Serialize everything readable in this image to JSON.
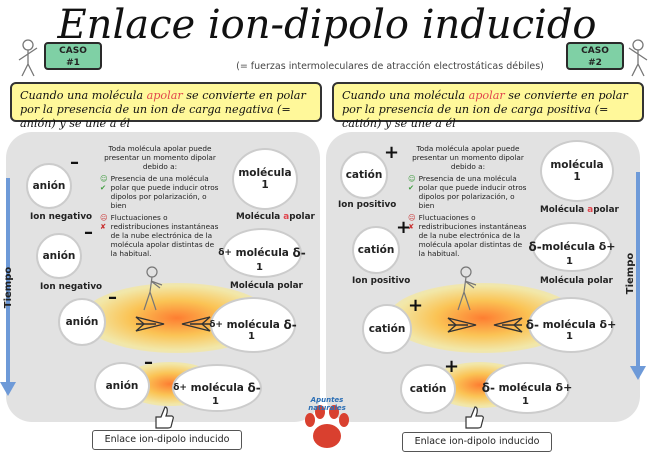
{
  "title": "Enlace ion-dipolo inducido",
  "subtitle": "(= fuerzas intermoleculares de atracción electrostáticas débiles)",
  "cases": [
    {
      "badge_line1": "CASO",
      "badge_line2": "#1"
    },
    {
      "badge_line1": "CASO",
      "badge_line2": "#2"
    }
  ],
  "left": {
    "banner_pre": "Cuando una molécula ",
    "banner_hl": "apolar",
    "banner_post": " se convierte en polar por la presencia de un ion de carga negativa (= anión) y se une a él",
    "ion1": {
      "label": "anión",
      "sign": "–",
      "caption": "Ion negativo"
    },
    "ion2": {
      "label": "anión",
      "sign": "–",
      "caption": "Ion negativo"
    },
    "ion3": {
      "label": "anión",
      "sign": "–"
    },
    "ion4": {
      "label": "anión",
      "sign": "–"
    },
    "mol_apolar": {
      "line1": "molécula",
      "line2": "1",
      "caption_pre": "Molécula ",
      "caption_hl": "a",
      "caption_post": "polar"
    },
    "mol_polar": {
      "d1": "δ+",
      "name": "molécula",
      "num": "1",
      "d2": "δ-",
      "caption": "Molécula polar"
    },
    "mol3": {
      "d1": "δ+",
      "name": "molécula",
      "num": "1",
      "d2": "δ-"
    },
    "mol4": {
      "d1": "δ+",
      "name": "molécula",
      "num": "1",
      "d2": "δ-"
    },
    "footer": "Enlace ion-dipolo inducido"
  },
  "right": {
    "banner_pre": "Cuando una molécula ",
    "banner_hl": "apolar",
    "banner_post": " se convierte en polar por la presencia de un ion de carga positiva (= catión) y se une a él",
    "ion1": {
      "label": "catión",
      "sign": "+",
      "caption": "Ion positivo"
    },
    "ion2": {
      "label": "catión",
      "sign": "+",
      "caption": "Ion positivo"
    },
    "ion3": {
      "label": "catión",
      "sign": "+"
    },
    "ion4": {
      "label": "catión",
      "sign": "+"
    },
    "mol_apolar": {
      "line1": "molécula",
      "line2": "1",
      "caption_pre": "Molécula ",
      "caption_hl": "a",
      "caption_post": "polar"
    },
    "mol_polar": {
      "d1": "δ-",
      "name": "molécula",
      "num": "1",
      "d2": "δ+",
      "caption": "Molécula polar"
    },
    "mol3": {
      "d1": "δ-",
      "name": "molécula",
      "num": "1",
      "d2": "δ+"
    },
    "mol4": {
      "d1": "δ-",
      "name": "molécula",
      "num": "1",
      "d2": "δ+"
    },
    "footer": "Enlace ion-dipolo inducido"
  },
  "note": {
    "intro": "Toda molécula apolar puede presentar un momento dipolar debido a:",
    "b1": "Presencia de una molécula polar que puede inducir otros dipolos por polarización, o bien",
    "b2": "Fluctuaciones o redistribuciones instantáneas de la nube electrónica de la molécula apolar distintas de la habitual."
  },
  "time_label": "Tiempo",
  "logo_text": "Apuntes naturales",
  "colors": {
    "banner": "#fff89a",
    "badge": "#7fd0a5",
    "panel": "#e2e2e2",
    "arrow": "#6e9ad8",
    "highlight": "#e0454d"
  }
}
